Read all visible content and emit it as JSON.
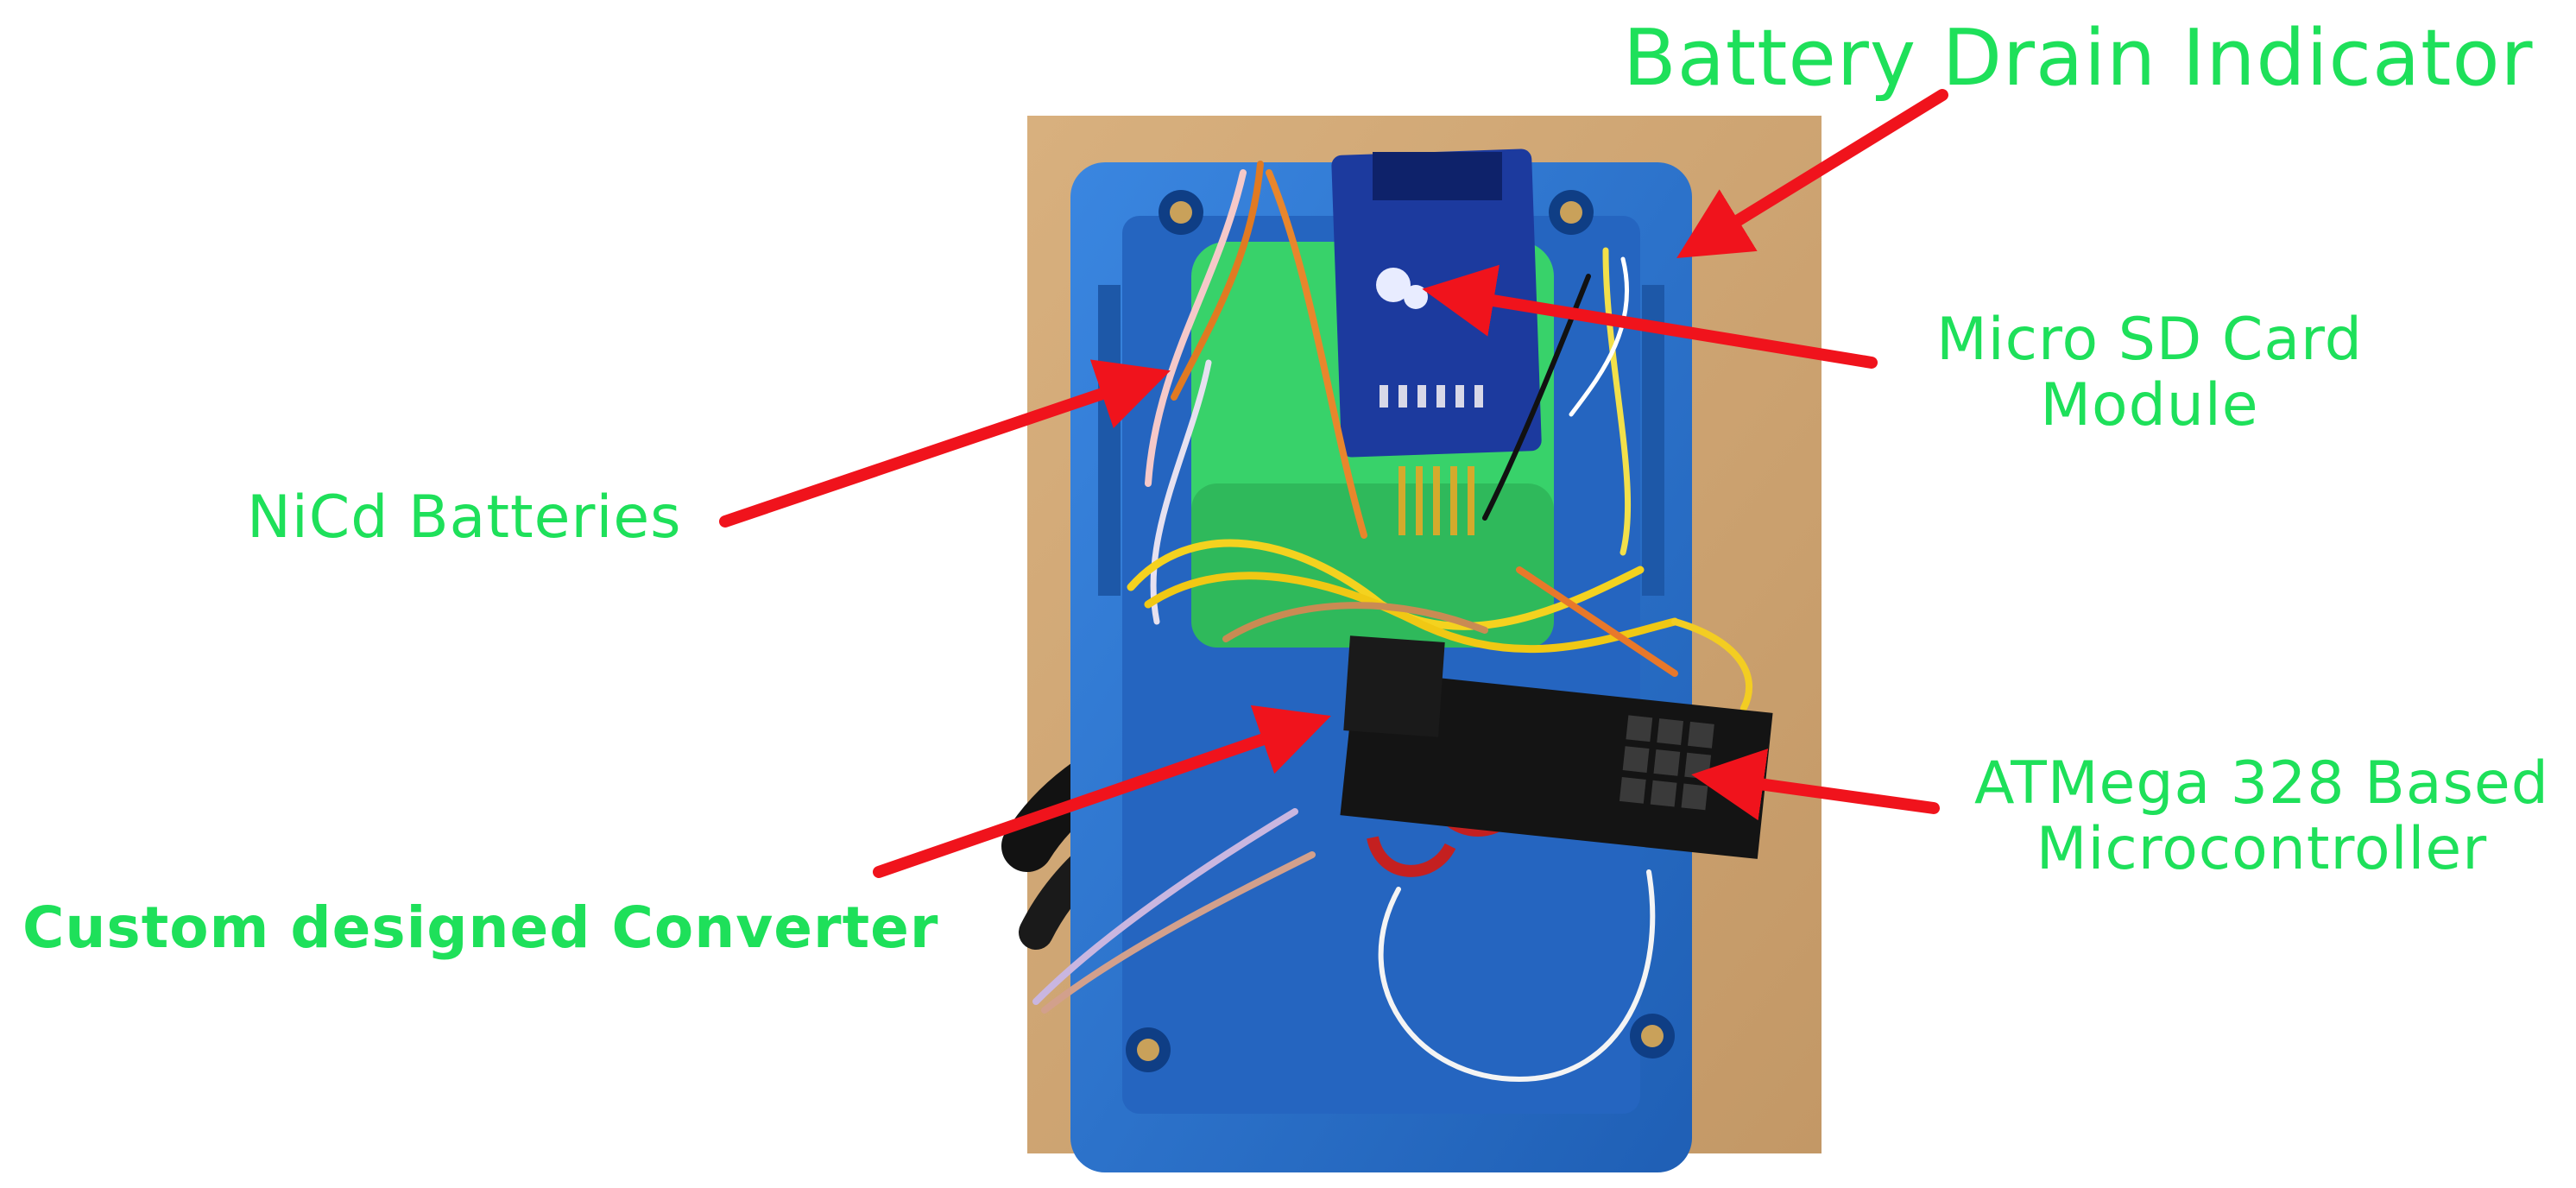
{
  "labels": {
    "battery_drain_indicator": "Battery Drain Indicator",
    "micro_sd_line1": "Micro SD Card",
    "micro_sd_line2": "Module",
    "nicd_batteries": "NiCd Batteries",
    "atmega_line1": "ATMega 328 Based",
    "atmega_line2": "Microcontroller",
    "custom_converter": "Custom designed Converter"
  },
  "colors": {
    "label_green": "#1ee05a",
    "arrow_red": "#f0131c",
    "background_board": "#cfa574",
    "enclosure_blue": "#2b72cc",
    "battery_pack_green": "#38d26a",
    "sd_module_blue": "#1c3a9e",
    "microcontroller_black": "#141414"
  },
  "icons": [
    "arrow-icon"
  ]
}
